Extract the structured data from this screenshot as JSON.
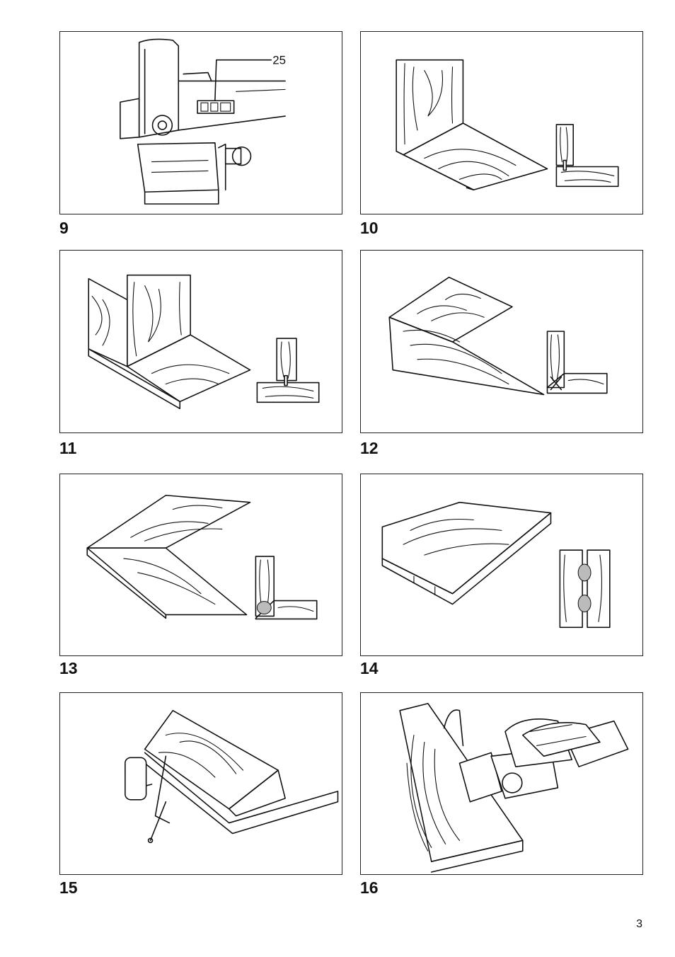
{
  "figures": [
    {
      "number": "9",
      "callout": "25"
    },
    {
      "number": "10"
    },
    {
      "number": "11"
    },
    {
      "number": "12"
    },
    {
      "number": "13"
    },
    {
      "number": "14"
    },
    {
      "number": "15"
    },
    {
      "number": "16"
    }
  ],
  "page_number": "3"
}
